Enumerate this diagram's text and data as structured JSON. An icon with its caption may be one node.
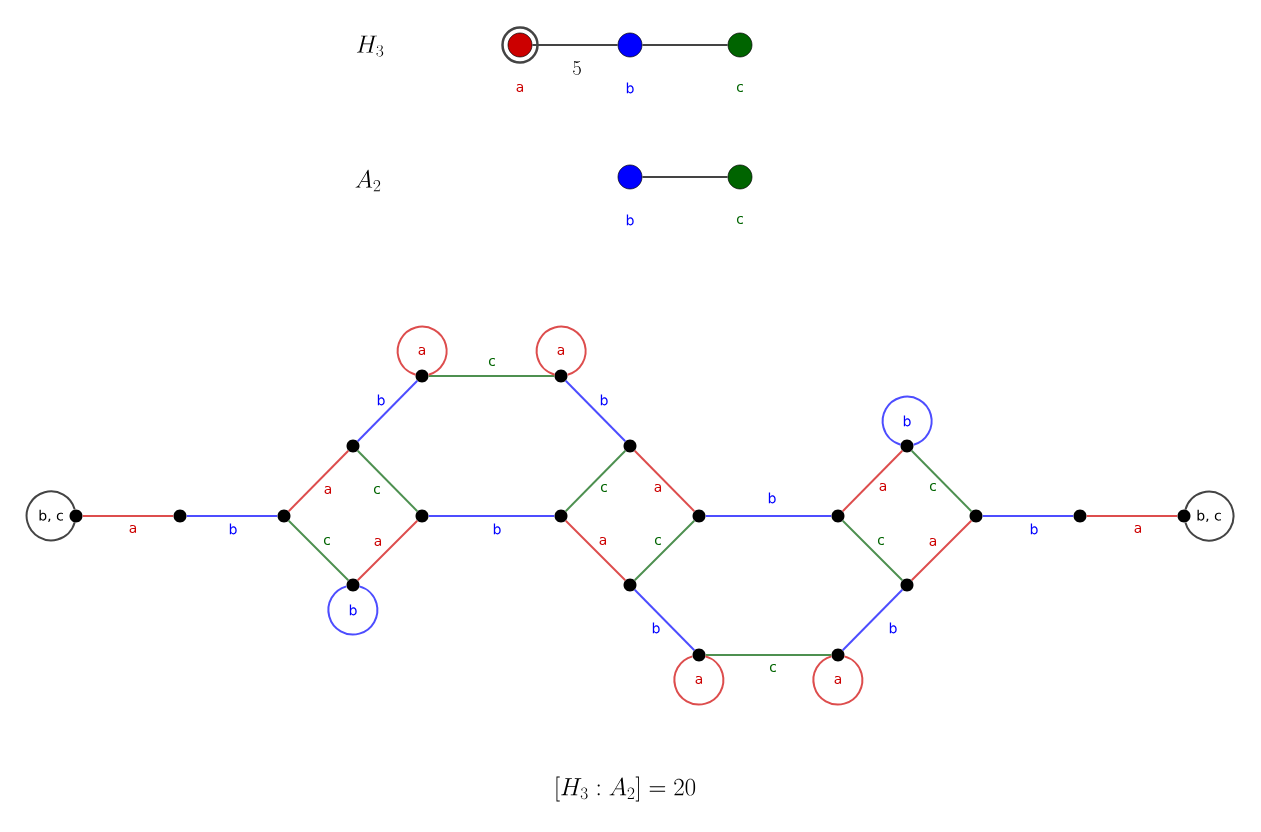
{
  "diagram": {
    "caption": "[H_3 : A_2] = 20",
    "labels": [
      "H_3",
      "A_2"
    ],
    "nodes": [
      {
        "text": [],
        "shape": "circle",
        "beside": [
          "a"
        ]
      },
      {
        "text": [],
        "shape": "circle",
        "beside": [
          "b"
        ]
      },
      {
        "text": [],
        "shape": "circle",
        "beside": [
          "c"
        ]
      },
      {
        "text": [],
        "shape": "circle",
        "beside": [
          "b"
        ]
      },
      {
        "text": [],
        "shape": "circle",
        "beside": [
          "c"
        ]
      },
      {
        "text": [],
        "shape": "circle"
      },
      {
        "text": [],
        "shape": "circle"
      },
      {
        "text": [],
        "shape": "circle"
      },
      {
        "text": [],
        "shape": "circle"
      },
      {
        "text": [],
        "shape": "circle"
      },
      {
        "text": [],
        "shape": "circle"
      },
      {
        "text": [],
        "shape": "circle"
      },
      {
        "text": [],
        "shape": "circle"
      },
      {
        "text": [],
        "shape": "circle"
      },
      {
        "text": [],
        "shape": "circle"
      },
      {
        "text": [],
        "shape": "circle"
      },
      {
        "text": [],
        "shape": "circle"
      },
      {
        "text": [],
        "shape": "circle"
      },
      {
        "text": [],
        "shape": "circle"
      },
      {
        "text": [],
        "shape": "circle"
      },
      {
        "text": [],
        "shape": "circle"
      },
      {
        "text": [],
        "shape": "circle"
      },
      {
        "text": [],
        "shape": "circle"
      },
      {
        "text": [],
        "shape": "circle"
      },
      {
        "text": [],
        "shape": "circle"
      }
    ],
    "edges": [
      {
        "from": 0,
        "to": 1,
        "arrow": "none",
        "label": "5",
        "color": "#444444"
      },
      {
        "from": 1,
        "to": 2,
        "arrow": "none",
        "color": "#444444"
      },
      {
        "from": 3,
        "to": 4,
        "arrow": "none",
        "color": "#444444"
      },
      {
        "from": 5,
        "to": 6,
        "arrow": "none",
        "label": "a",
        "color": "#dd4d4d"
      },
      {
        "from": 6,
        "to": 7,
        "arrow": "none",
        "label": "b",
        "color": "#4d4dff"
      },
      {
        "from": 7,
        "to": 8,
        "arrow": "none",
        "label": "a",
        "color": "#dd4d4d"
      },
      {
        "from": 7,
        "to": 9,
        "arrow": "none",
        "label": "c",
        "color": "#4d9050"
      },
      {
        "from": 8,
        "to": 10,
        "arrow": "none",
        "label": "c",
        "color": "#4d9050"
      },
      {
        "from": 9,
        "to": 10,
        "arrow": "none",
        "label": "a",
        "color": "#dd4d4d"
      },
      {
        "from": 8,
        "to": 11,
        "arrow": "none",
        "label": "b",
        "color": "#4d4dff"
      },
      {
        "from": 11,
        "to": 12,
        "arrow": "none",
        "label": "c",
        "color": "#4d9050"
      },
      {
        "from": 12,
        "to": 13,
        "arrow": "none",
        "label": "b",
        "color": "#4d4dff"
      },
      {
        "from": 10,
        "to": 14,
        "arrow": "none",
        "label": "b",
        "color": "#4d4dff"
      },
      {
        "from": 14,
        "to": 13,
        "arrow": "none",
        "label": "c",
        "color": "#4d9050"
      },
      {
        "from": 13,
        "to": 16,
        "arrow": "none",
        "label": "a",
        "color": "#dd4d4d"
      },
      {
        "from": 14,
        "to": 15,
        "arrow": "none",
        "label": "a",
        "color": "#dd4d4d"
      },
      {
        "from": 15,
        "to": 16,
        "arrow": "none",
        "label": "c",
        "color": "#4d9050"
      },
      {
        "from": 15,
        "to": 17,
        "arrow": "none",
        "label": "b",
        "color": "#4d4dff"
      },
      {
        "from": 17,
        "to": 18,
        "arrow": "none",
        "label": "c",
        "color": "#4d9050"
      },
      {
        "from": 18,
        "to": 21,
        "arrow": "none",
        "label": "b",
        "color": "#4d4dff"
      },
      {
        "from": 16,
        "to": 19,
        "arrow": "none",
        "label": "b",
        "color": "#4d4dff"
      },
      {
        "from": 19,
        "to": 20,
        "arrow": "none",
        "label": "a",
        "color": "#dd4d4d"
      },
      {
        "from": 20,
        "to": 22,
        "arrow": "none",
        "label": "c",
        "color": "#4d9050"
      },
      {
        "from": 19,
        "to": 21,
        "arrow": "none",
        "label": "c",
        "color": "#4d9050"
      },
      {
        "from": 21,
        "to": 22,
        "arrow": "none",
        "label": "a",
        "color": "#dd4d4d"
      },
      {
        "from": 22,
        "to": 23,
        "arrow": "none",
        "label": "b",
        "color": "#4d4dff"
      },
      {
        "from": 23,
        "to": 24,
        "arrow": "none",
        "label": "a",
        "color": "#dd4d4d"
      },
      {
        "from": 5,
        "to": 5,
        "arrow": "none",
        "label": "b, c",
        "color": "#444444"
      },
      {
        "from": 9,
        "to": 9,
        "arrow": "none",
        "label": "b",
        "color": "#4d4dff"
      },
      {
        "from": 11,
        "to": 11,
        "arrow": "none",
        "label": "a",
        "color": "#dd4d4d"
      },
      {
        "from": 12,
        "to": 12,
        "arrow": "none",
        "label": "a",
        "color": "#dd4d4d"
      },
      {
        "from": 17,
        "to": 17,
        "arrow": "none",
        "label": "a",
        "color": "#dd4d4d"
      },
      {
        "from": 18,
        "to": 18,
        "arrow": "none",
        "label": "a",
        "color": "#dd4d4d"
      },
      {
        "from": 20,
        "to": 20,
        "arrow": "none",
        "label": "b",
        "color": "#4d4dff"
      },
      {
        "from": 24,
        "to": 24,
        "arrow": "none",
        "label": "b, c",
        "color": "#444444"
      }
    ]
  }
}
